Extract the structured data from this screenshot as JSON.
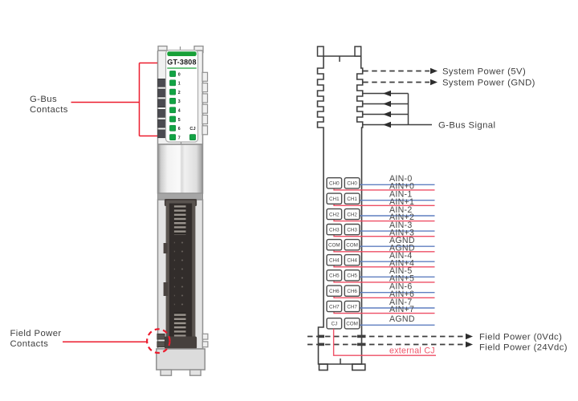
{
  "module": {
    "model": "GT-3808",
    "leds": [
      "0",
      "1",
      "2",
      "3",
      "4",
      "5",
      "6",
      "7"
    ],
    "cj": "CJ",
    "gbus_label": {
      "line1": "G-Bus",
      "line2": "Contacts"
    },
    "field_label": {
      "line1": "Field Power",
      "line2": "Contacts"
    }
  },
  "wiring": {
    "system_power_5v": "System Power (5V)",
    "system_power_gnd": "System Power (GND)",
    "gbus_signal": "G-Bus Signal",
    "field_power_0": "Field Power (0Vdc)",
    "field_power_24": "Field Power (24Vdc)",
    "external_cj": "external CJ",
    "rows": [
      {
        "left": "CH0",
        "right": "CH0",
        "minus": "AIN-0",
        "plus": "AIN+0"
      },
      {
        "left": "CH1",
        "right": "CH1",
        "minus": "AIN-1",
        "plus": "AIN+1"
      },
      {
        "left": "CH2",
        "right": "CH2",
        "minus": "AIN-2",
        "plus": "AIN+2"
      },
      {
        "left": "CH3",
        "right": "CH3",
        "minus": "AIN-3",
        "plus": "AIN+3"
      },
      {
        "left": "COM",
        "right": "COM",
        "minus": "AGND",
        "plus": "AGND"
      },
      {
        "left": "CH4",
        "right": "CH4",
        "minus": "AIN-4",
        "plus": "AIN+4"
      },
      {
        "left": "CH5",
        "right": "CH5",
        "minus": "AIN-5",
        "plus": "AIN+5"
      },
      {
        "left": "CH6",
        "right": "CH6",
        "minus": "AIN-6",
        "plus": "AIN+6"
      },
      {
        "left": "CH7",
        "right": "CH7",
        "minus": "AIN-7",
        "plus": "AIN+7"
      },
      {
        "left": "CJ",
        "right": "COM",
        "minus": "AGND",
        "plus": ""
      }
    ]
  },
  "colors": {
    "green": "#18a038",
    "wire_blue": "#5f7fc0",
    "wire_red": "#ee4e64",
    "annotation_red": "#ec1b2d",
    "line_dark": "#3f3f3f"
  }
}
